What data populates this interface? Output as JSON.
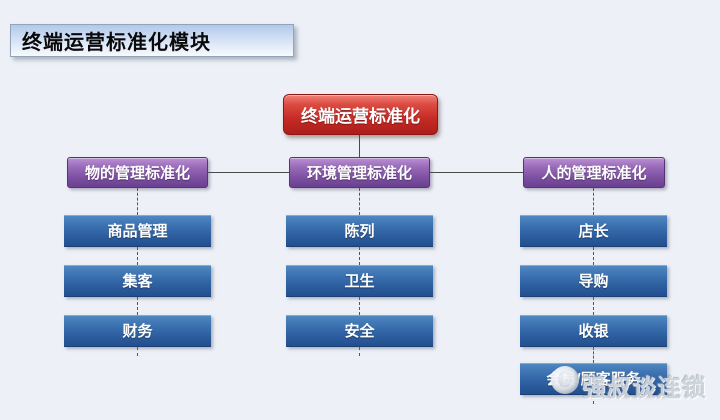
{
  "slide": {
    "title": "终端运营标准化模块"
  },
  "colors": {
    "background": "#edf1f7",
    "title_bar_gradient_top": "#b2c8ea",
    "root_node": "#c62b26",
    "branch_node": "#7e51a2",
    "leaf_node": "#2c5d9e",
    "connector": "#4a4a4a",
    "watermark": "#cdd3db"
  },
  "diagram": {
    "root": {
      "label": "终端运营标准化"
    },
    "branches": [
      {
        "label": "物的管理标准化",
        "items": [
          "商品管理",
          "集客",
          "财务"
        ]
      },
      {
        "label": "环境管理标准化",
        "items": [
          "陈列",
          "卫生",
          "安全"
        ]
      },
      {
        "label": "人的管理标准化",
        "items": [
          "店长",
          "导购",
          "收银",
          "会员/顾客服务"
        ]
      }
    ]
  },
  "watermark": {
    "text": "强叔谈连锁",
    "logo": "person-avatar-logo-icon"
  }
}
